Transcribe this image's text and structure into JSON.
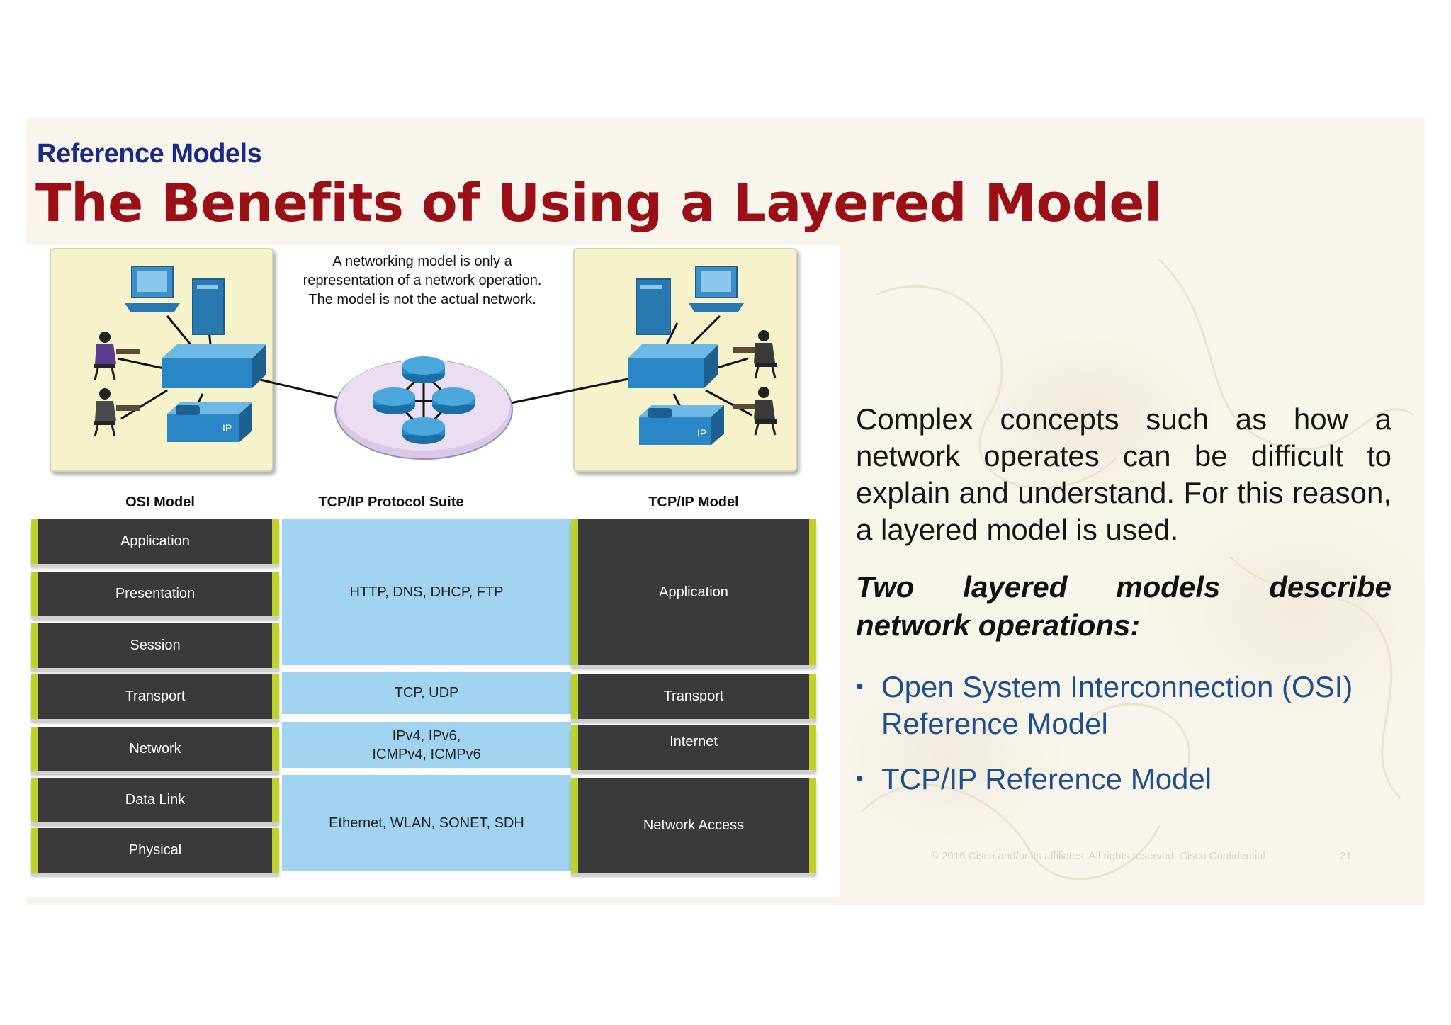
{
  "slide": {
    "section_label": "Reference Models",
    "title": "The Benefits of Using a Layered Model"
  },
  "diagram": {
    "caption": [
      "A networking model is only a",
      "representation of a network operation.",
      "The model is not the actual network."
    ],
    "osi_title": "OSI Model",
    "suite_title": "TCP/IP Protocol Suite",
    "tcpip_title": "TCP/IP Model",
    "osi_layers": [
      "Application",
      "Presentation",
      "Session",
      "Transport",
      "Network",
      "Data Link",
      "Physical"
    ],
    "protocol_suite": [
      {
        "text": "HTTP, DNS, DHCP, FTP"
      },
      {
        "text": "TCP, UDP"
      },
      {
        "lines": [
          "IPv4, IPv6,",
          "ICMPv4, ICMPv6"
        ]
      },
      {
        "text": "Ethernet, WLAN, SONET, SDH"
      }
    ],
    "tcpip_layers": [
      "Application",
      "Transport",
      "Internet",
      "Network Access"
    ],
    "icon_label_phone": "IP",
    "icons": [
      "computer-icon",
      "server-icon",
      "switch-icon",
      "ip-phone-icon",
      "user-at-desk-icon",
      "router-icon",
      "cloud-icon"
    ]
  },
  "text": {
    "body": "Complex concepts such as how a network operates can be difficult to explain and understand. For this reason, a layered model is used.",
    "bold_italic": "Two layered models describe network operations:",
    "bullets": [
      "Open System Interconnection (OSI) Reference Model",
      "TCP/IP Reference Model"
    ]
  },
  "footer": {
    "copyright": "© 2016  Cisco and/or its affiliates. All rights reserved.   Cisco Confidential",
    "page_number": "21"
  },
  "colors": {
    "section_label": "#1b2a86",
    "title": "#9b0f17",
    "layer_dark": "#3a3a3c",
    "layer_edge": "#bfd22a",
    "suite_blue": "#9fd3ef",
    "bullet_text": "#1f4e8c"
  }
}
